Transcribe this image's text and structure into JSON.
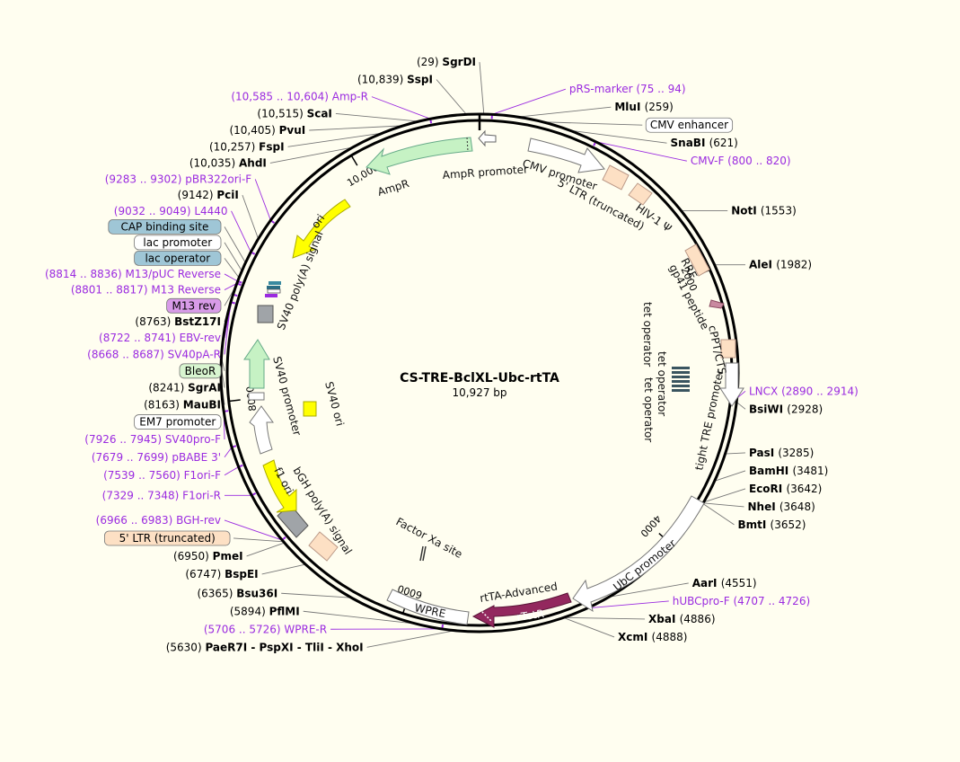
{
  "center": {
    "title": "CS-TRE-BclXL-Ubc-rtTA",
    "subtitle": "10,927 bp"
  },
  "scale": {
    "total": 10927,
    "ticks": [
      2000,
      4000,
      6000,
      8000,
      10000
    ],
    "tick_labels": [
      "2000",
      "4000",
      "6000",
      "8000",
      "10,000"
    ]
  },
  "colors": {
    "ring": "#000000",
    "primer": "#9b2be0",
    "leader": "#777777",
    "background": "#fffef0"
  },
  "sites": [
    {
      "pos": "(29)",
      "name": "SgrDI",
      "bp": 29,
      "side": "L"
    },
    {
      "pos": "(259)",
      "name": "MluI",
      "bp": 259,
      "side": "R"
    },
    {
      "pos": "(621)",
      "name": "SnaBI",
      "bp": 621,
      "side": "R"
    },
    {
      "pos": "(1553)",
      "name": "NotI",
      "bp": 1553,
      "side": "R"
    },
    {
      "pos": "(1982)",
      "name": "AleI",
      "bp": 1982,
      "side": "R"
    },
    {
      "pos": "(2928)",
      "name": "BsiWI",
      "bp": 2928,
      "side": "R"
    },
    {
      "pos": "(3285)",
      "name": "PasI",
      "bp": 3285,
      "side": "R"
    },
    {
      "pos": "(3481)",
      "name": "BamHI",
      "bp": 3481,
      "side": "R"
    },
    {
      "pos": "(3642)",
      "name": "EcoRI",
      "bp": 3642,
      "side": "R"
    },
    {
      "pos": "(3648)",
      "name": "NheI",
      "bp": 3648,
      "side": "R"
    },
    {
      "pos": "(3652)",
      "name": "BmtI",
      "bp": 3652,
      "side": "R"
    },
    {
      "pos": "(4551)",
      "name": "AarI",
      "bp": 4551,
      "side": "R"
    },
    {
      "pos": "(4886)",
      "name": "XbaI",
      "bp": 4886,
      "side": "R"
    },
    {
      "pos": "(4888)",
      "name": "XcmI",
      "bp": 4888,
      "side": "R"
    },
    {
      "pos": "(5630)",
      "name": "PaeR7I - PspXI - TliI - XhoI",
      "bp": 5630,
      "side": "L"
    },
    {
      "pos": "(5894)",
      "name": "PflMI",
      "bp": 5894,
      "side": "L"
    },
    {
      "pos": "(6365)",
      "name": "Bsu36I",
      "bp": 6365,
      "side": "L"
    },
    {
      "pos": "(6747)",
      "name": "BspEI",
      "bp": 6747,
      "side": "L"
    },
    {
      "pos": "(6950)",
      "name": "PmeI",
      "bp": 6950,
      "side": "L"
    },
    {
      "pos": "(8163)",
      "name": "MauBI",
      "bp": 8163,
      "side": "L"
    },
    {
      "pos": "(8241)",
      "name": "SgrAI",
      "bp": 8241,
      "side": "L"
    },
    {
      "pos": "(8763)",
      "name": "BstZ17I",
      "bp": 8763,
      "side": "L"
    },
    {
      "pos": "(9142)",
      "name": "PciI",
      "bp": 9142,
      "side": "L"
    },
    {
      "pos": "(10,035)",
      "name": "AhdI",
      "bp": 10035,
      "side": "L"
    },
    {
      "pos": "(10,257)",
      "name": "FspI",
      "bp": 10257,
      "side": "L"
    },
    {
      "pos": "(10,405)",
      "name": "PvuI",
      "bp": 10405,
      "side": "L"
    },
    {
      "pos": "(10,515)",
      "name": "ScaI",
      "bp": 10515,
      "side": "L"
    },
    {
      "pos": "(10,839)",
      "name": "SspI",
      "bp": 10839,
      "side": "L"
    }
  ],
  "primers": [
    {
      "name": "pRS-marker",
      "range": "(75 .. 94)",
      "bp": 84,
      "side": "R"
    },
    {
      "name": "CMV-F",
      "range": "(800 .. 820)",
      "bp": 810,
      "side": "R"
    },
    {
      "name": "LNCX",
      "range": "(2890 .. 2914)",
      "bp": 2902,
      "side": "R"
    },
    {
      "name": "hUBCpro-F",
      "range": "(4707 .. 4726)",
      "bp": 4716,
      "side": "R"
    },
    {
      "name": "WPRE-R",
      "range": "(5706 .. 5726)",
      "bp": 5716,
      "side": "L"
    },
    {
      "name": "BGH-rev",
      "range": "(6966 .. 6983)",
      "bp": 6974,
      "side": "L"
    },
    {
      "name": "F1ori-R",
      "range": "(7329 .. 7348)",
      "bp": 7338,
      "side": "L"
    },
    {
      "name": "F1ori-F",
      "range": "(7539 .. 7560)",
      "bp": 7549,
      "side": "L"
    },
    {
      "name": "pBABE 3'",
      "range": "(7679 .. 7699)",
      "bp": 7689,
      "side": "L"
    },
    {
      "name": "SV40pro-F",
      "range": "(7926 .. 7945)",
      "bp": 7935,
      "side": "L"
    },
    {
      "name": "SV40pA-R",
      "range": "(8668 .. 8687)",
      "bp": 8677,
      "side": "L"
    },
    {
      "name": "EBV-rev",
      "range": "(8722 .. 8741)",
      "bp": 8731,
      "side": "L"
    },
    {
      "name": "M13 Reverse",
      "range": "(8801 .. 8817)",
      "bp": 8809,
      "side": "L"
    },
    {
      "name": "M13/pUC Reverse",
      "range": "(8814 .. 8836)",
      "bp": 8825,
      "side": "L"
    },
    {
      "name": "L4440",
      "range": "(9032 .. 9049)",
      "bp": 9040,
      "side": "L"
    },
    {
      "name": "pBR322ori-F",
      "range": "(9283 .. 9302)",
      "bp": 9292,
      "side": "L"
    },
    {
      "name": "Amp-R",
      "range": "(10,585 .. 10,604)",
      "bp": 10594,
      "side": "L"
    }
  ],
  "boxed": [
    {
      "text": "CMV enhancer",
      "bp": 430,
      "fill": "#ffffff",
      "side": "R"
    },
    {
      "text": "5' LTR (truncated)",
      "bp": 6960,
      "fill": "#fde0c4",
      "side": "L"
    },
    {
      "text": "EM7 promoter",
      "bp": 8120,
      "fill": "#ffffff",
      "side": "L"
    },
    {
      "text": "BleoR",
      "bp": 8300,
      "fill": "#d8f5d0",
      "side": "L"
    },
    {
      "text": "M13 rev",
      "bp": 8790,
      "fill": "#d89be8",
      "side": "L"
    },
    {
      "text": "lac operator",
      "bp": 8850,
      "fill": "#9fc6d6",
      "side": "L"
    },
    {
      "text": "lac promoter",
      "bp": 8900,
      "fill": "#ffffff",
      "side": "L"
    },
    {
      "text": "CAP binding site",
      "bp": 8960,
      "fill": "#9fc6d6",
      "side": "L"
    }
  ],
  "features": [
    {
      "text": "AmpR promoter"
    },
    {
      "text": "AmpR"
    },
    {
      "text": "CMV promoter"
    },
    {
      "text": "5' LTR (truncated)"
    },
    {
      "text": "HIV-1 Ψ"
    },
    {
      "text": "RRE"
    },
    {
      "text": "gp41 peptide"
    },
    {
      "text": "cPPT/CTS"
    },
    {
      "text": "tet operator"
    },
    {
      "text": "tet operator"
    },
    {
      "text": "tet operator"
    },
    {
      "text": "tight TRE promoter"
    },
    {
      "text": "UbC promoter"
    },
    {
      "text": "rtTA-Advanced"
    },
    {
      "text": "rTetR"
    },
    {
      "text": "WPRE"
    },
    {
      "text": "Factor Xa site"
    },
    {
      "text": "bGH poly(A) signal"
    },
    {
      "text": "f1 ori"
    },
    {
      "text": "SV40 promoter"
    },
    {
      "text": "SV40 ori"
    },
    {
      "text": "SV40 poly(A) signal"
    },
    {
      "text": "ori"
    }
  ]
}
